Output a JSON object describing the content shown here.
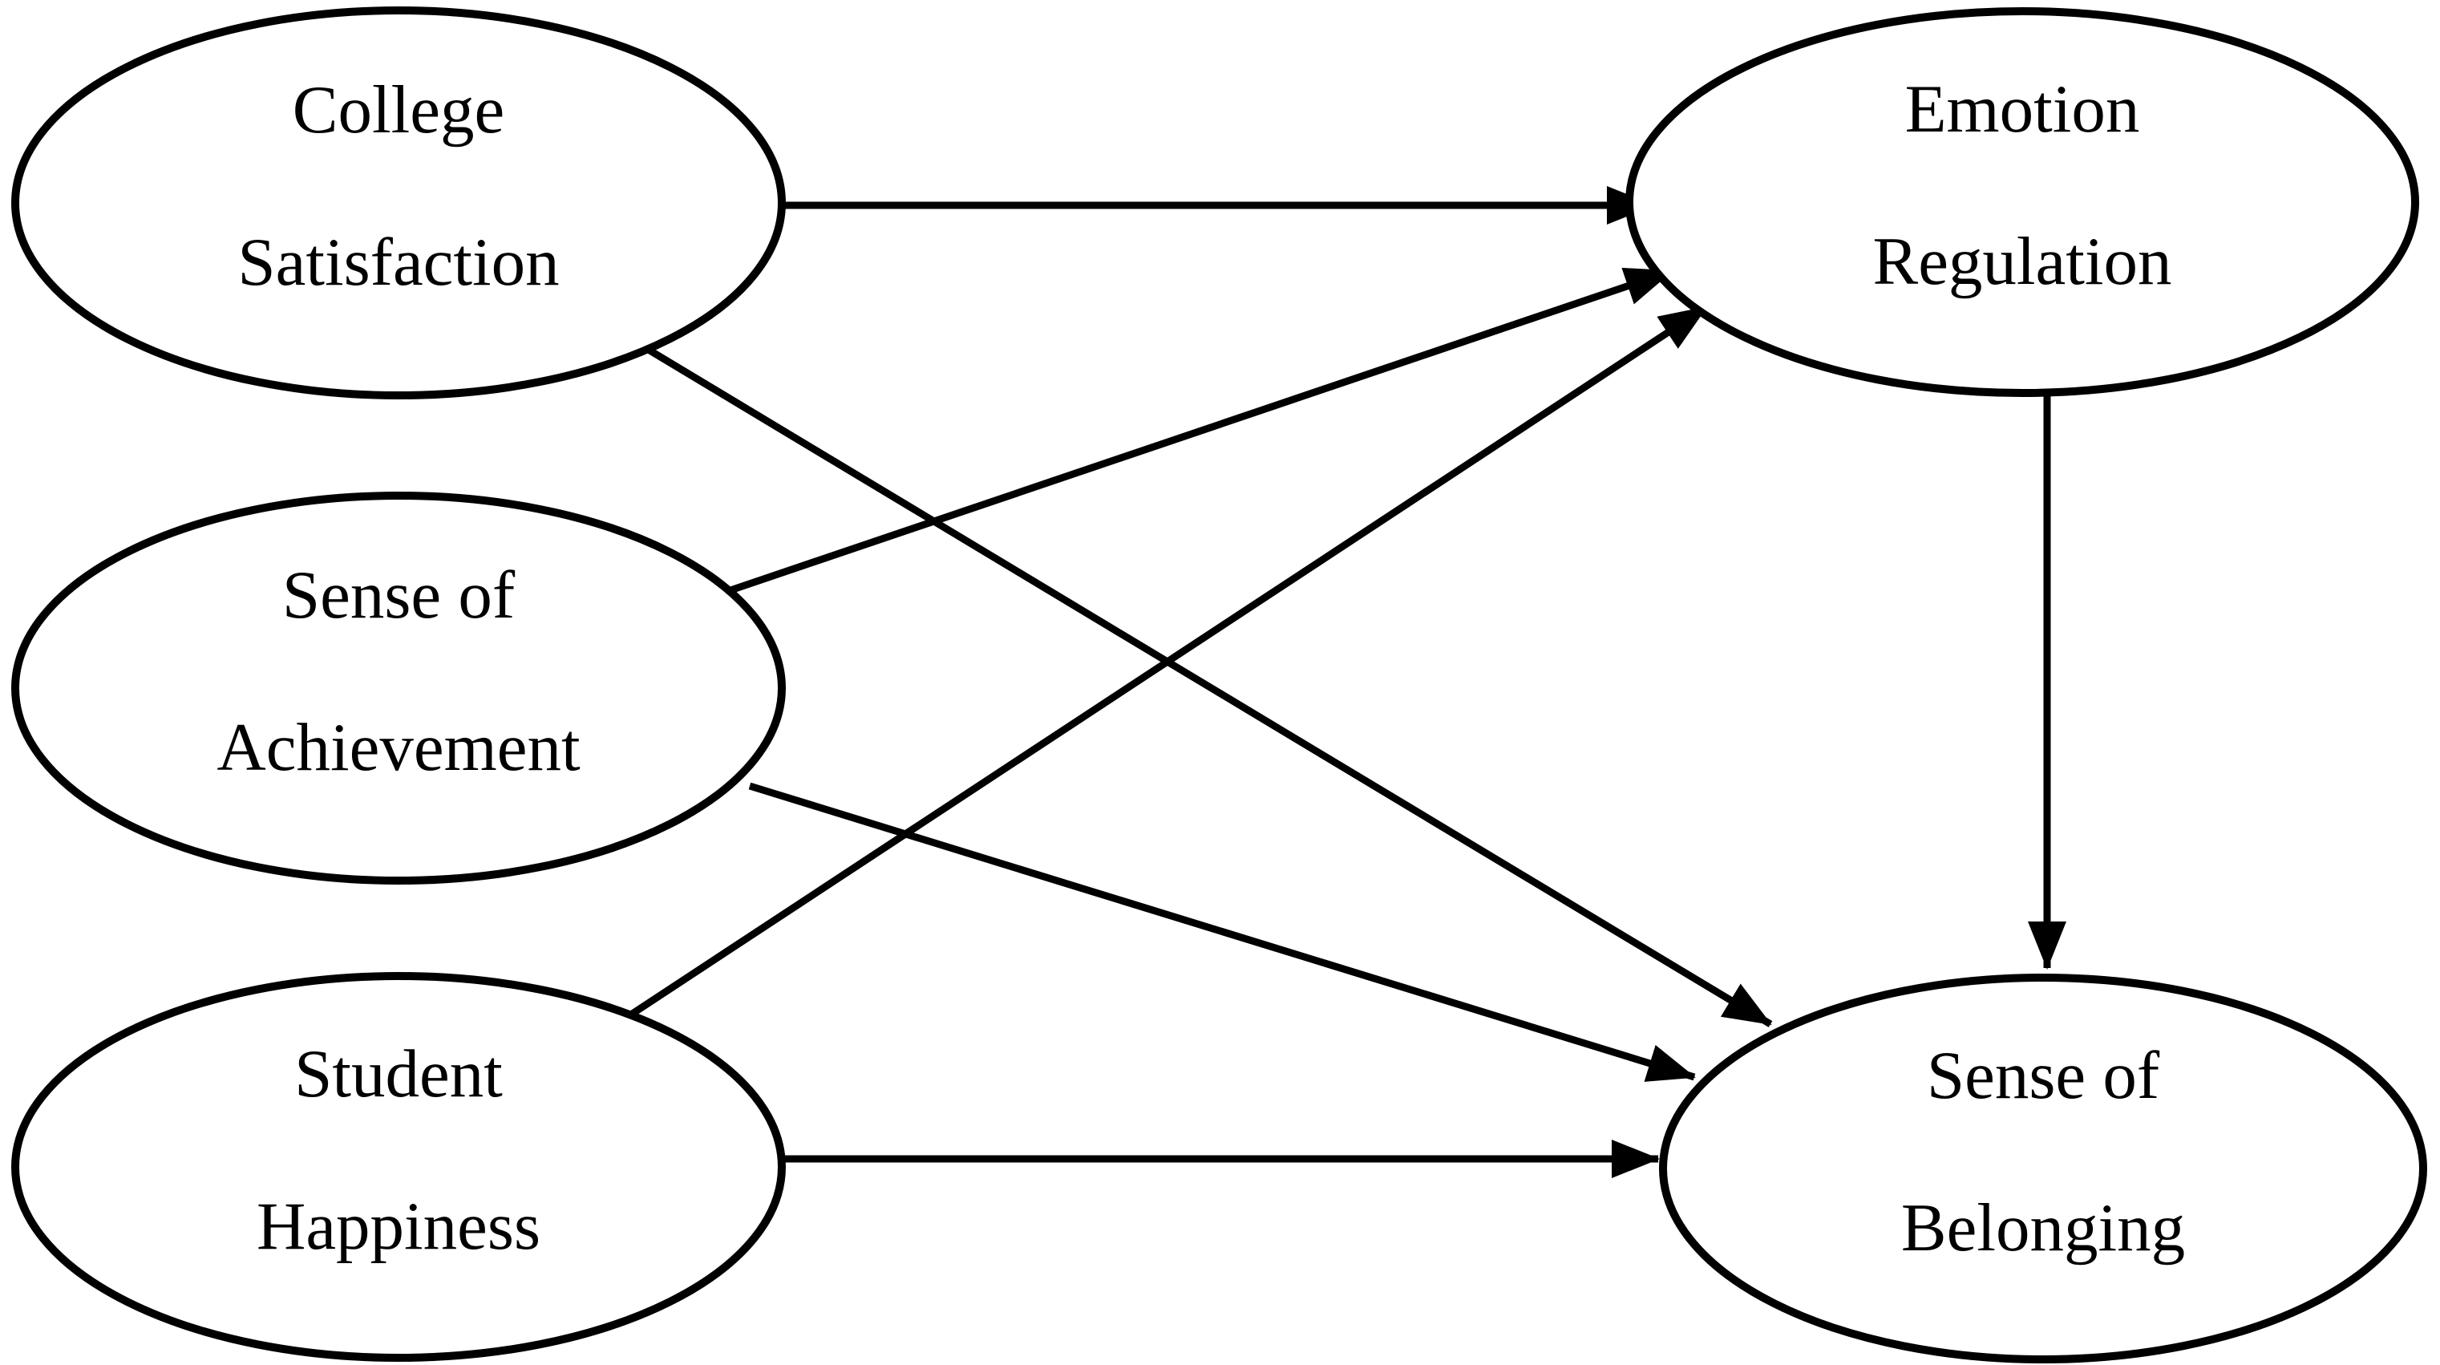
{
  "diagram": {
    "type": "path-model",
    "colors": {
      "stroke": "#000000",
      "fill": "#ffffff"
    },
    "nodes": {
      "college_satisfaction": {
        "line1": "College",
        "line2": "Satisfaction"
      },
      "sense_of_achievement": {
        "line1": "Sense of",
        "line2": "Achievement"
      },
      "student_happiness": {
        "line1": "Student",
        "line2": "Happiness"
      },
      "emotion_regulation": {
        "line1": "Emotion",
        "line2": "Regulation"
      },
      "sense_of_belonging": {
        "line1": "Sense of",
        "line2": "Belonging"
      }
    },
    "edges": [
      {
        "from": "College Satisfaction",
        "to": "Emotion Regulation"
      },
      {
        "from": "College Satisfaction",
        "to": "Sense of Belonging"
      },
      {
        "from": "Sense of Achievement",
        "to": "Emotion Regulation"
      },
      {
        "from": "Sense of Achievement",
        "to": "Sense of Belonging"
      },
      {
        "from": "Student Happiness",
        "to": "Emotion Regulation"
      },
      {
        "from": "Student Happiness",
        "to": "Sense of Belonging"
      },
      {
        "from": "Emotion Regulation",
        "to": "Sense of Belonging"
      }
    ]
  }
}
